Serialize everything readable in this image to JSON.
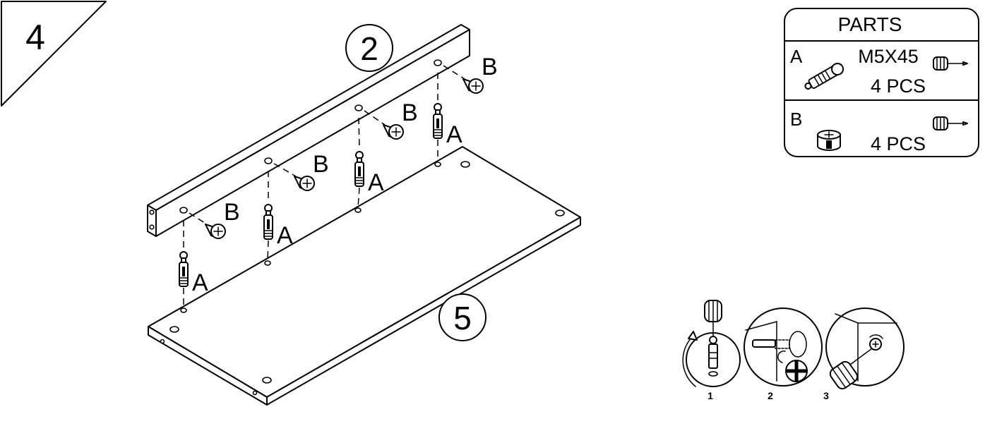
{
  "step": {
    "number": "4"
  },
  "parts_box": {
    "title": "PARTS",
    "items": [
      {
        "letter": "A",
        "spec": "M5X45",
        "qty": "4 PCS",
        "icon": "cam-bolt-icon",
        "tool": "screwdriver-icon"
      },
      {
        "letter": "B",
        "spec": "",
        "qty": "4 PCS",
        "icon": "cam-lock-icon",
        "tool": "screwdriver-icon"
      }
    ]
  },
  "panels": [
    {
      "id": "2",
      "name": "rail"
    },
    {
      "id": "5",
      "name": "board"
    }
  ],
  "part_labels": {
    "bolt": "A",
    "cam": "B"
  },
  "detail_steps": [
    "1",
    "2",
    "3"
  ]
}
